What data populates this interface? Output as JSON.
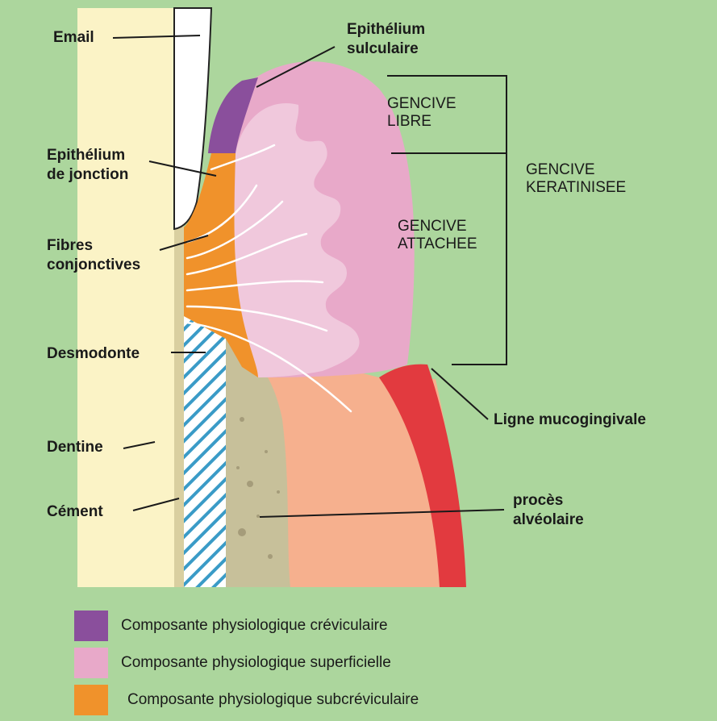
{
  "labels": {
    "email": "Email",
    "epithelium_sulculaire_1": "Epithélium",
    "epithelium_sulculaire_2": "sulculaire",
    "epithelium_jonction_1": "Epithélium",
    "epithelium_jonction_2": "de jonction",
    "fibres_1": "Fibres",
    "fibres_2": "conjonctives",
    "desmodonte": "Desmodonte",
    "dentine": "Dentine",
    "cement": "Cément",
    "gencive_libre_1": "GENCIVE",
    "gencive_libre_2": "LIBRE",
    "gencive_attachee_1": "GENCIVE",
    "gencive_attachee_2": "ATTACHEE",
    "gencive_keratinisee_1": "GENCIVE",
    "gencive_keratinisee_2": "KERATINISEE",
    "ligne_mucogingivale": "Ligne mucogingivale",
    "proces_1": "procès",
    "proces_2": "alvéolaire"
  },
  "legend": [
    {
      "label": "Composante physiologique créviculaire",
      "color": "#8a4f9c"
    },
    {
      "label": "Composante physiologique superficielle",
      "color": "#e8a9c9"
    },
    {
      "label": "Composante physiologique subcréviculaire",
      "color": "#f0922b"
    }
  ],
  "colors": {
    "background": "#acd69d",
    "dentine": "#fbf3c6",
    "email": "#ffffff",
    "gingiva_pink": "#e8a9c9",
    "gingiva_light": "#f0c8dc",
    "orange": "#f0922b",
    "bone": "#c7c09a",
    "alveolar": "#f6b08e",
    "mucosa_red": "#e23a3f",
    "purple": "#8a4f9c"
  }
}
